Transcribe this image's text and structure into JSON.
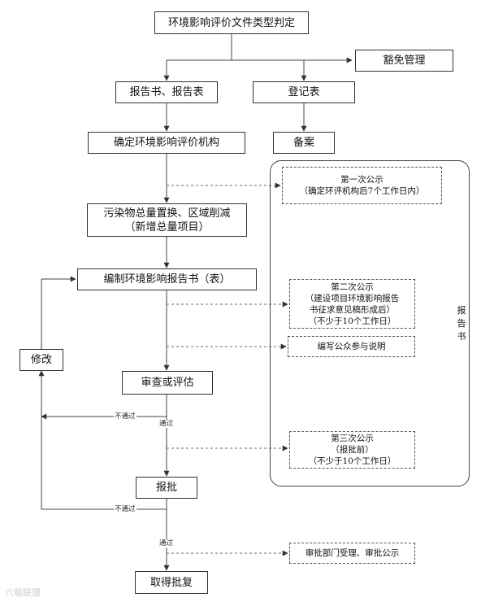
{
  "nodes": {
    "type_decision": "环境影响评价文件类型判定",
    "exempt": "豁免管理",
    "report": "报告书、报告表",
    "registration": "登记表",
    "agency": "确定环境影响评价机构",
    "filing": "备案",
    "pollutant_line1": "污染物总量置换、区域削减",
    "pollutant_line2": "（新增总量项目）",
    "compile": "编制环境影响报告书（表）",
    "review": "审查或评估",
    "revise": "修改",
    "approve": "报批",
    "obtain": "取得批复"
  },
  "notices": {
    "first_title": "第一次公示",
    "first_detail": "（确定环评机构后7个工作日内）",
    "second_title": "第二次公示",
    "second_detail1": "（建设项目环境影响报告",
    "second_detail2": "书征求意见稿形成后）",
    "second_detail3": "（不少于10个工作日）",
    "participation": "编写公众参与说明",
    "third_title": "第三次公示",
    "third_detail1": "（报批前）",
    "third_detail2": "（不少于10个工作日）",
    "dept": "审批部门受理、审批公示"
  },
  "region_label": "报告书",
  "edges": {
    "fail_1": "不通过",
    "pass_1": "通过",
    "fail_2": "不通过",
    "pass_2": "通过"
  },
  "watermark": "六载联盟"
}
